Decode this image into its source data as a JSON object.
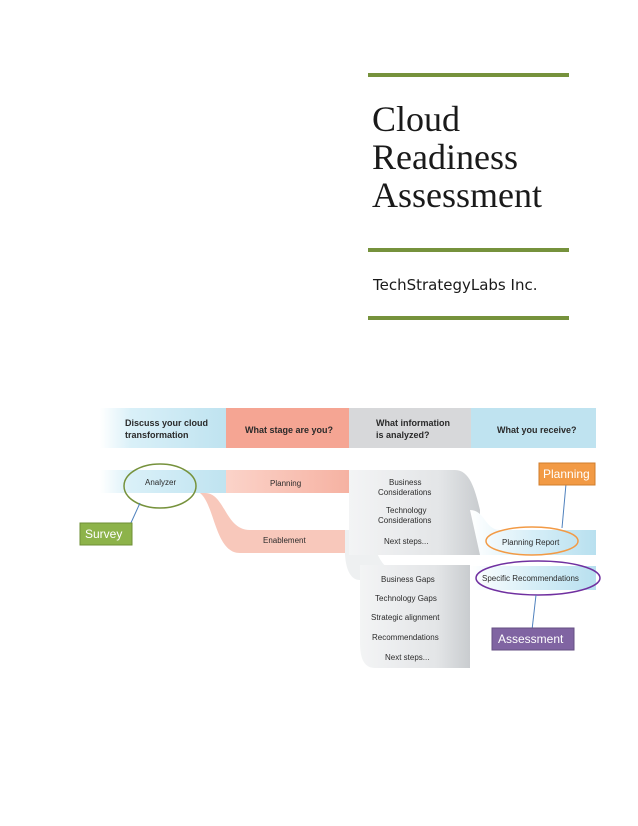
{
  "cover": {
    "title_lines": [
      "Cloud",
      "Readiness",
      "Assessment"
    ],
    "company": "TechStrategyLabs Inc."
  },
  "diagram": {
    "headers": [
      "Discuss your cloud",
      "transformation",
      "What stage are you?",
      "What information",
      "is analyzed?",
      "What you receive?"
    ],
    "analyzer": "Analyzer",
    "stages": [
      "Planning",
      "Enablement"
    ],
    "info_top": [
      "Business",
      "Considerations",
      "Technology",
      "Considerations",
      "Next steps..."
    ],
    "info_bottom": [
      "Business Gaps",
      "Technology Gaps",
      "Strategic alignment",
      "Recommendations",
      "Next steps..."
    ],
    "outputs": [
      "Planning Report",
      "Specific Recommendations"
    ],
    "callouts": {
      "survey": "Survey",
      "planning": "Planning",
      "assessment": "Assessment"
    },
    "colors": {
      "accent_green": "#76923c",
      "survey_green": "#8db34a",
      "planning_orange": "#f29a45",
      "assessment_purple": "#8064a2",
      "header_blue": "#bfe3f0",
      "header_salmon": "#f5a593",
      "header_gray": "#d7d8da"
    }
  }
}
